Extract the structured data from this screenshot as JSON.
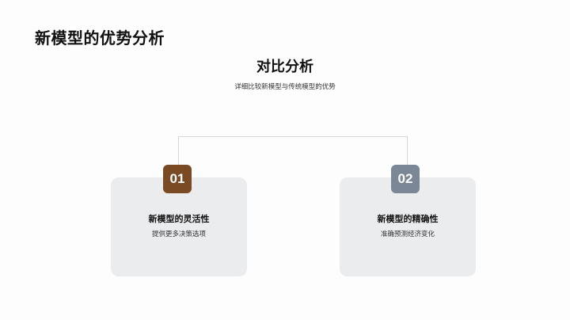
{
  "page": {
    "title": "新模型的优势分析"
  },
  "section": {
    "title": "对比分析",
    "subtitle": "详细比较新模型与传统模型的优势"
  },
  "colors": {
    "badge_1": "#7a4a24",
    "badge_2": "#7b8696",
    "card_bg": "#ebecee",
    "connector": "#d6d6d9"
  },
  "cards": [
    {
      "number": "01",
      "title": "新模型的灵活性",
      "description": "提供更多决策选项"
    },
    {
      "number": "02",
      "title": "新模型的精确性",
      "description": "准确预测经济变化"
    }
  ]
}
